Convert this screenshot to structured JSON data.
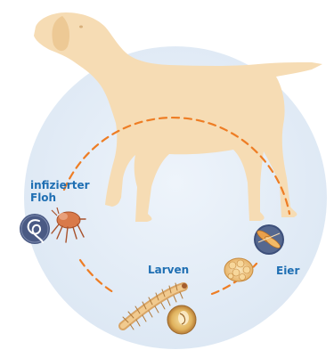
{
  "labels": {
    "flea_line1": "infizierter",
    "flea_line2": "Floh",
    "larvae": "Larven",
    "eggs": "Eier"
  },
  "colors": {
    "circle_background": "#e3edf7",
    "dog_silhouette": "#f6dcb4",
    "cycle_arrow": "#ee7d24",
    "label_text": "#1f6fb3",
    "tapeworm_egg_disc": "#4a5a84"
  },
  "icons": {
    "dog": "dog-silhouette",
    "flea": "flea-icon",
    "tapeworm": "tapeworm-egg-icon",
    "eggs": "flea-eggs-icon",
    "larva": "flea-larva-icon",
    "pupa": "pupa-icon"
  }
}
